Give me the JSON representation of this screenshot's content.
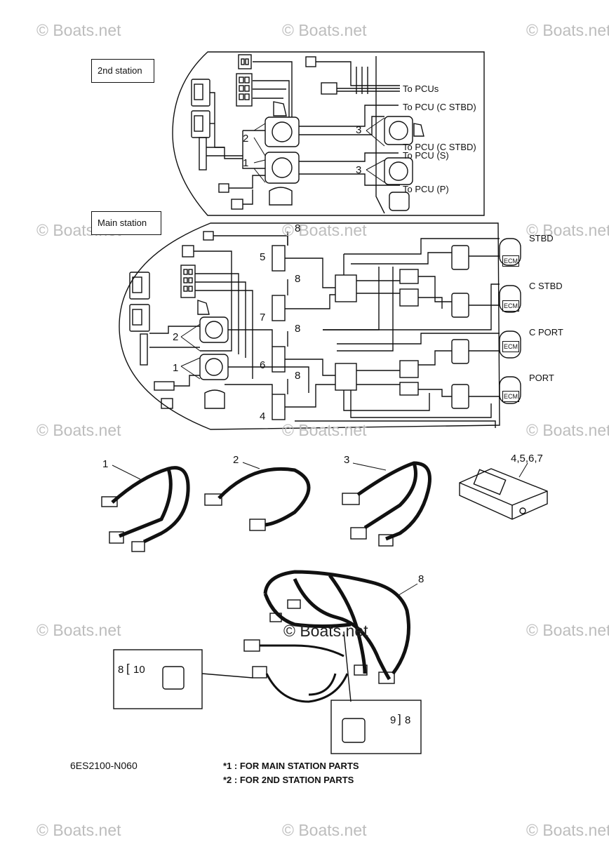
{
  "watermark": "© Boats.net",
  "sections": {
    "second_station": "2nd station",
    "main_station": "Main station"
  },
  "destinations": {
    "pcus": "To PCUs",
    "pcu_c_stbd_1": "To PCU (C STBD)",
    "pcu_c_stbd_2": "To PCU (C STBD)",
    "pcu_s": "To PCU (S)",
    "pcu_p": "To PCU (P)"
  },
  "engines": {
    "stbd": "STBD",
    "c_stbd": "C STBD",
    "c_port": "C PORT",
    "port": "PORT",
    "ecm": "ECM"
  },
  "callouts": {
    "n1": "1",
    "n2": "2",
    "n3": "3",
    "n4": "4",
    "n5": "5",
    "n6": "6",
    "n7": "7",
    "n8": "8",
    "n4567": "4,5,6,7",
    "ref_8_10_a": "8",
    "ref_8_10_b": "10",
    "ref_9_8_a": "9",
    "ref_9_8_b": "8"
  },
  "footer": {
    "code": "6ES2100-N060",
    "note1": "*1 : FOR MAIN STATION PARTS",
    "note2": "*2 : FOR 2ND STATION PARTS"
  }
}
